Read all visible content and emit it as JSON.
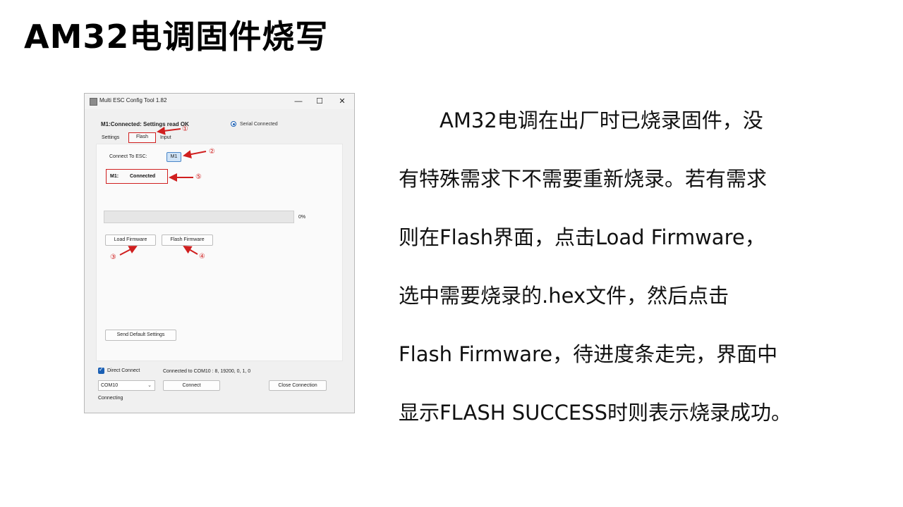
{
  "slide": {
    "title": "AM32电调固件烧写",
    "body_lines": [
      "　　AM32电调在出厂时已烧录固件，没",
      "有特殊需求下不需要重新烧录。若有需求",
      "则在Flash界面，点击Load Firmware，",
      "选中需要烧录的.hex文件，然后点击",
      "Flash Firmware，待进度条走完，界面中",
      "显示FLASH SUCCESS时则表示烧录成功。"
    ]
  },
  "window": {
    "title": "Multi ESC Config Tool 1.82",
    "controls": {
      "minimize": "—",
      "maximize": "☐",
      "close": "✕"
    },
    "status_text": "M1:Connected: Settings read OK",
    "serial_status": "Serial Connected",
    "tabs": [
      "Settings",
      "Flash",
      "Input"
    ],
    "flash_panel": {
      "connect_label": "Connect To ESC:",
      "esc_button": "M1",
      "esc_status_label": "M1:",
      "esc_status_value": "Connected",
      "progress_percent": 0,
      "progress_text": "0%",
      "load_button": "Load Firmware",
      "flash_button": "Flash Firmware",
      "default_button": "Send Default Settings"
    },
    "footer": {
      "direct_connect_label": "Direct Connect",
      "direct_connect_checked": true,
      "connection_info": "Connected to COM10 : 8, 19200, 0, 1, 0",
      "port_value": "COM10",
      "connect_button": "Connect",
      "close_button": "Close Connection",
      "status": "Connecting"
    }
  },
  "annotations": {
    "color": "#d01f1f",
    "markers": [
      "①",
      "②",
      "③",
      "④",
      "⑤"
    ]
  },
  "colors": {
    "accent_blue": "#1a5fb4",
    "annotation_red": "#d01f1f",
    "esc_button_bg": "#cfe3f7"
  }
}
